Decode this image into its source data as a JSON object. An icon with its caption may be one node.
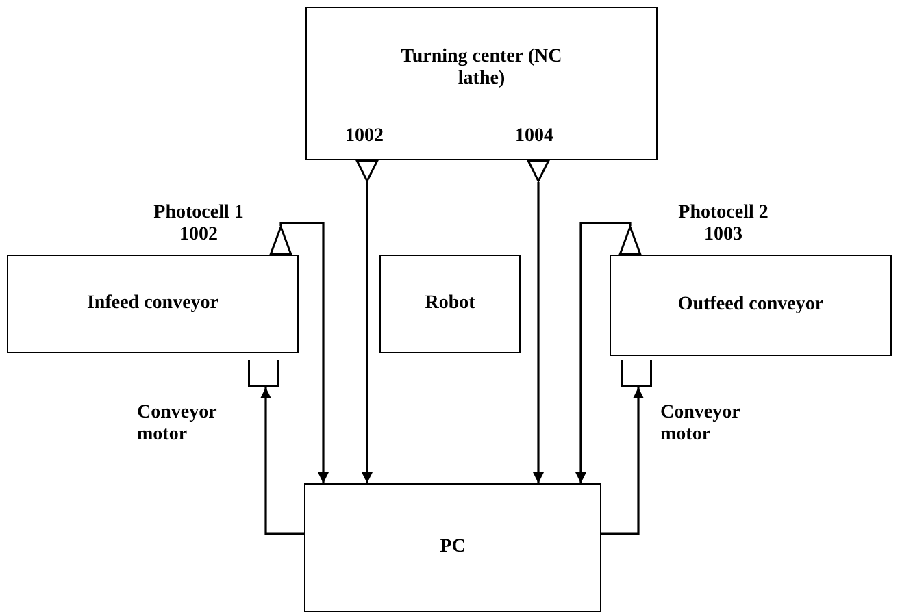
{
  "diagram": {
    "nodes": [
      {
        "text": [
          "Turning center (NC lathe)",
          "1002",
          "1004"
        ]
      },
      {
        "text": [
          "Infeed conveyor"
        ]
      },
      {
        "text": [
          "Robot"
        ]
      },
      {
        "text": [
          "Outfeed conveyor"
        ]
      },
      {
        "text": [
          "PC"
        ]
      },
      {
        "text": [],
        "shape": "triangle"
      },
      {
        "text": [],
        "shape": "triangle"
      },
      {
        "text": [],
        "shape": "triangle",
        "beside": [
          "Photocell 1",
          "1002"
        ]
      },
      {
        "text": [],
        "shape": "triangle",
        "beside": [
          "Photocell 2",
          "1003"
        ]
      },
      {
        "text": [],
        "shape": "box",
        "beside": [
          "Conveyor motor"
        ]
      },
      {
        "text": [],
        "shape": "box",
        "beside": [
          "Conveyor motor"
        ]
      }
    ],
    "edges": [
      {
        "from": 5,
        "to": 4,
        "arrow": "to"
      },
      {
        "from": 6,
        "to": 4,
        "arrow": "to"
      },
      {
        "from": 7,
        "to": 4,
        "arrow": "to"
      },
      {
        "from": 8,
        "to": 4,
        "arrow": "to"
      },
      {
        "from": 4,
        "to": 9,
        "arrow": "to"
      },
      {
        "from": 4,
        "to": 10,
        "arrow": "to"
      }
    ]
  }
}
